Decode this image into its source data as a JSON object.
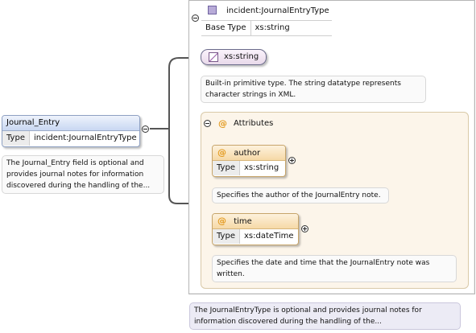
{
  "element": {
    "name": "Journal_Entry",
    "type_key": "Type",
    "type_value": "incident:JournalEntryType",
    "doc_lines": [
      "The Journal_Entry field is optional and",
      "provides journal notes for information",
      "discovered during the handling of the..."
    ]
  },
  "complex_type": {
    "name": "incident:JournalEntryType",
    "base_key": "Base Type",
    "base_value": "xs:string",
    "doc_lines": [
      "The JournalEntryType is optional and provides journal notes for",
      "information discovered during the handling of the..."
    ]
  },
  "simple_type": {
    "name": "xs:string",
    "doc_lines": [
      "Built-in primitive type. The string datatype represents",
      "character strings in XML."
    ]
  },
  "attributes": {
    "label": "Attributes",
    "icon": "@",
    "items": [
      {
        "name": "author",
        "type_key": "Type",
        "type_value": "xs:string",
        "doc_lines": [
          "Specifies the author of the JournalEntry note."
        ]
      },
      {
        "name": "time",
        "type_key": "Type",
        "type_value": "xs:dateTime",
        "doc_lines": [
          "Specifies the date and time that the JournalEntry note was",
          "written."
        ]
      }
    ]
  }
}
